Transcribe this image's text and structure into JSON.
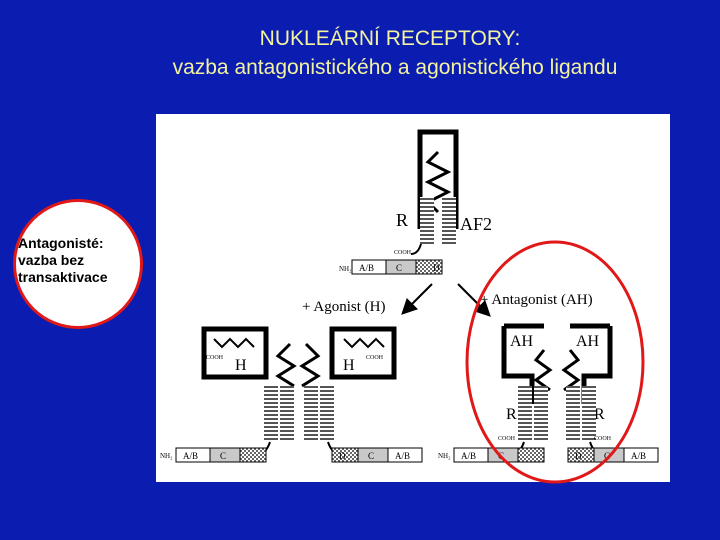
{
  "slide": {
    "title_line1": "NUKLEÁRNÍ RECEPTORY:",
    "title_line2": "vazba antagonistického a agonistického ligandu",
    "note": "Antagonisté:\nvazba bez\ntransaktivace",
    "colors": {
      "background": "#0b1db0",
      "title": "#f2f2a0",
      "highlight": "#e01818"
    }
  },
  "figure": {
    "top_receptor": {
      "r_label": "R",
      "af2_label": "AF2",
      "cooh_label": "COOH",
      "nh2_label": "NH₂",
      "domains": [
        "A/B",
        "C",
        "D"
      ]
    },
    "arrow_agonist_label": "+ Agonist (H)",
    "arrow_antagonist_label": "+ Antagonist (AH)",
    "agonist_complex": {
      "left_ligand": "H",
      "right_ligand": "H",
      "cooh_label": "COOH",
      "nh2_label": "NH₂",
      "left_domains": [
        "A/B",
        "C"
      ],
      "right_domains": [
        "D",
        "C",
        "A/B"
      ]
    },
    "antagonist_complex": {
      "left_ligand": "AH",
      "right_ligand": "AH",
      "left_r": "R",
      "right_r": "R",
      "cooh_label": "COOH",
      "nh2_label": "NH₂",
      "left_domains": [
        "A/B",
        "C"
      ],
      "right_domains": [
        "D",
        "C",
        "A/B"
      ]
    }
  }
}
